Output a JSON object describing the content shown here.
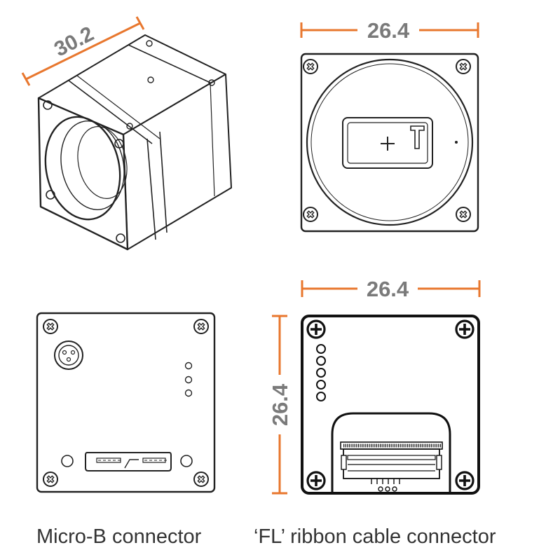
{
  "dimensions": {
    "iso_length": "30.2",
    "front_width": "26.4",
    "back_fl_width": "26.4",
    "back_fl_height": "26.4"
  },
  "captions": {
    "micro_b": "Micro-B connector",
    "fl_ribbon": "‘FL’ ribbon cable connector"
  },
  "colors": {
    "dimension_line": "#e8772e",
    "dimension_text": "#7a7a7a",
    "outline": "#222222"
  }
}
